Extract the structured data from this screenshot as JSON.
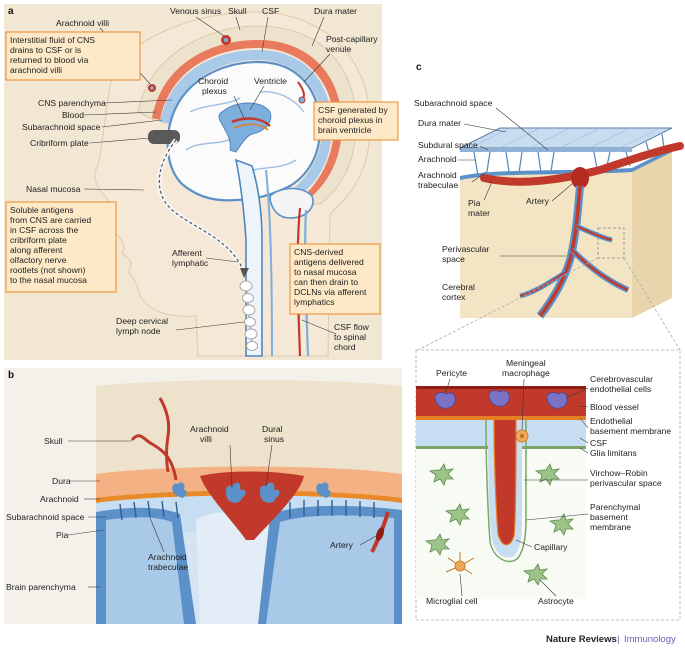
{
  "panels": {
    "a": "a",
    "b": "b",
    "c": "c"
  },
  "panel_a": {
    "labels": {
      "venous_sinus": "Venous sinus",
      "skull": "Skull",
      "csf": "CSF",
      "dura_mater": "Dura mater",
      "arachnoid_villi": "Arachnoid villi",
      "post_capillary_1": "Post-capillary",
      "post_capillary_2": "venule",
      "choroid_1": "Choroid",
      "choroid_2": "plexus",
      "ventricle": "Ventricle",
      "cns_parenchyma": "CNS parenchyma",
      "blood": "Blood",
      "subarachnoid_space": "Subarachnoid space",
      "cribriform_plate": "Cribriform plate",
      "nasal_mucosa": "Nasal mucosa",
      "afferent_1": "Afferent",
      "afferent_2": "lymphatic",
      "deep_cervical_1": "Deep cervical",
      "deep_cervical_2": "lymph node",
      "csf_flow_1": "CSF flow",
      "csf_flow_2": "to spinal",
      "csf_flow_3": "chord"
    },
    "notes": {
      "interstitial": [
        "Interstitial fluid of CNS",
        "drains to CSF or is",
        "returned to blood via",
        "arachnoid villi"
      ],
      "csf_generated": [
        "CSF generated by",
        "choroid plexus in",
        "brain ventricle"
      ],
      "soluble": [
        "Soluble antigens",
        "from CNS are carried",
        "in CSF across the",
        "cribriform plate",
        "along afferent",
        "olfactory nerve",
        "rootlets (not shown)",
        "to the nasal mucosa"
      ],
      "cns_derived": [
        "CNS-derived",
        "antigens delivered",
        "to nasal mucosa",
        "can then drain to",
        "DCLNs via afferent",
        "lymphatics"
      ]
    }
  },
  "panel_b": {
    "labels": {
      "skull": "Skull",
      "dura": "Dura",
      "arachnoid": "Arachnoid",
      "subarachnoid": "Subarachnoid space",
      "pia": "Pia",
      "brain_parenchyma": "Brain parenchyma",
      "arachnoid_villi_1": "Arachnoid",
      "arachnoid_villi_2": "villi",
      "dural_sinus_1": "Dural",
      "dural_sinus_2": "sinus",
      "trabeculae_1": "Arachnoid",
      "trabeculae_2": "trabeculae",
      "artery": "Artery"
    }
  },
  "panel_c": {
    "labels": {
      "subarachnoid": "Subarachnoid space",
      "dura_mater": "Dura mater",
      "subdural": "Subdural space",
      "arachnoid": "Arachnoid",
      "trabeculae_1": "Arachnoid",
      "trabeculae_2": "trabeculae",
      "pia_1": "Pia",
      "pia_2": "mater",
      "artery": "Artery",
      "perivascular_1": "Perivascular",
      "perivascular_2": "space",
      "cortex_1": "Cerebral",
      "cortex_2": "cortex",
      "pericyte": "Pericyte",
      "meningeal_1": "Meningeal",
      "meningeal_2": "macrophage",
      "endothelial_1": "Cerebrovascular",
      "endothelial_2": "endothelial cells",
      "blood_vessel": "Blood vessel",
      "endo_bm_1": "Endothelial",
      "endo_bm_2": "basement membrane",
      "csf": "CSF",
      "glia": "Glia limitans",
      "vr_1": "Virchow–Robin",
      "vr_2": "perivascular space",
      "pbm_1": "Parenchymal",
      "pbm_2": "basement",
      "pbm_3": "membrane",
      "capillary": "Capillary",
      "microglial": "Microglial cell",
      "astrocyte": "Astrocyte"
    }
  },
  "footer": {
    "journal": "Nature Reviews",
    "separator": "|",
    "section": "Immunology"
  },
  "colors": {
    "box_fill": "#fde9c8",
    "box_border": "#e8892a",
    "csf_blue": "#a9c9e8",
    "tissue_blue": "#4f86c0",
    "blood_red": "#c0392b",
    "dura_orange": "#f4b183",
    "bone": "#ede3cc"
  }
}
